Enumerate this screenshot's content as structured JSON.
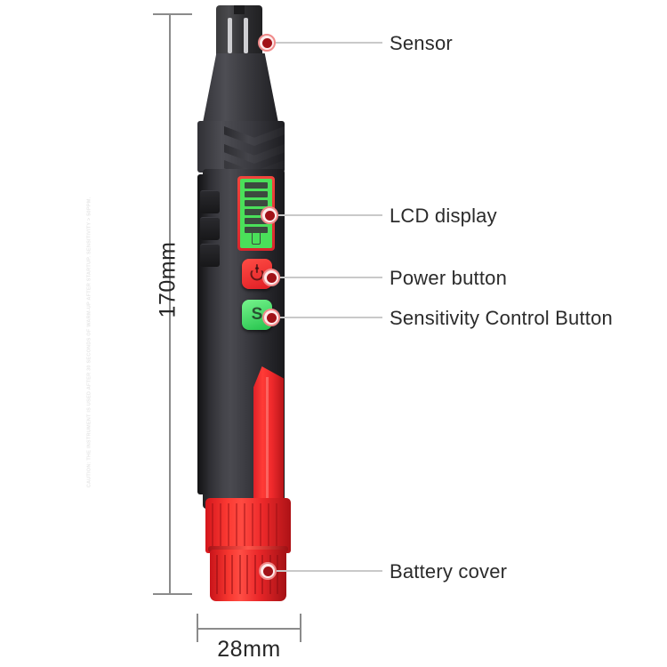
{
  "product": {
    "type": "voltage-sensor-pen",
    "caution_text": "CAUTION: THE INSTRUMENT IS USED AFTER 30 SECONDS OF WARM-UP AFTER STARTUP. SENSITIVITY > 50PPM.",
    "power_glyph": "power-symbol",
    "sensitivity_glyph": "S"
  },
  "dimensions": {
    "height_label": "170mm",
    "width_label": "28mm"
  },
  "callouts": [
    {
      "id": "sensor",
      "label": "Sensor"
    },
    {
      "id": "lcd",
      "label": "LCD display"
    },
    {
      "id": "power",
      "label": "Power button"
    },
    {
      "id": "sensitivity",
      "label": "Sensitivity Control Button"
    },
    {
      "id": "battery",
      "label": "Battery cover"
    }
  ],
  "colors": {
    "red_body": "#ee2a2b",
    "green_lcd": "#4ae05a",
    "dark_body": "#3a3a3f",
    "callout_dot": "#a11218",
    "dim_line": "#8b8b8b"
  },
  "lcd": {
    "segment_count": 6,
    "battery_icon": "battery-icon"
  }
}
